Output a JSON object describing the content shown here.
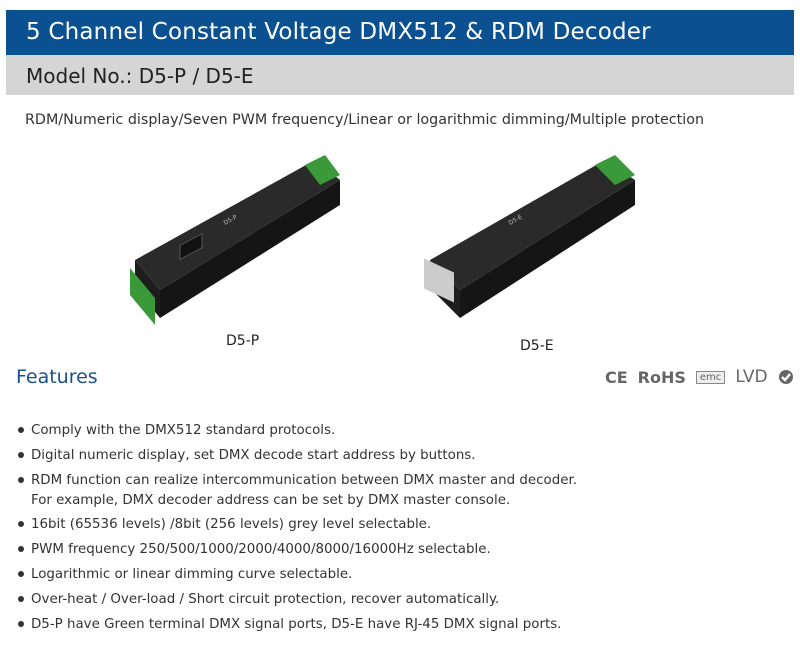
{
  "header": {
    "title": "5 Channel Constant Voltage DMX512 & RDM Decoder",
    "model": "Model No.: D5-P / D5-E"
  },
  "subtitle": "RDM/Numeric display/Seven PWM frequency/Linear or logarithmic dimming/Multiple protection",
  "products": [
    {
      "caption": "D5-P"
    },
    {
      "caption": "D5-E"
    }
  ],
  "features": {
    "title": "Features",
    "certs": [
      "CE",
      "RoHS",
      "emc",
      "LVD"
    ],
    "items": [
      {
        "text": "Comply with the DMX512 standard protocols."
      },
      {
        "text": "Digital numeric display, set DMX decode start address by buttons."
      },
      {
        "text": "RDM function can realize intercommunication between DMX master and decoder.",
        "cont": "For example, DMX decoder address can be set by DMX master console."
      },
      {
        "text": "16bit (65536 levels) /8bit (256 levels) grey level selectable."
      },
      {
        "text": "PWM frequency 250/500/1000/2000/4000/8000/16000Hz selectable."
      },
      {
        "text": "Logarithmic or linear dimming curve selectable."
      },
      {
        "text": "Over-heat / Over-load / Short circuit protection, recover automatically."
      },
      {
        "text": "D5-P have Green terminal DMX signal ports, D5-E have RJ-45 DMX signal ports."
      }
    ]
  }
}
